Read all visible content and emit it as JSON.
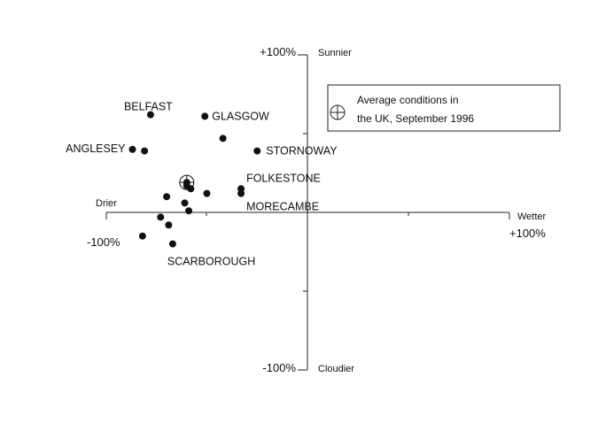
{
  "chart_data": {
    "type": "scatter",
    "title": "",
    "xlabel_left": "Drier",
    "xlabel_right": "Wetter",
    "ylabel_top": "Sunnier",
    "ylabel_bottom": "Cloudier",
    "x_tick_labels": {
      "min": "-100%",
      "max": "+100%"
    },
    "y_tick_labels": {
      "max": "+100%",
      "min": "-100%"
    },
    "xlim": [
      -100,
      100
    ],
    "ylim": [
      -100,
      100
    ],
    "grid": false,
    "legend": {
      "text_line1": "Average conditions in",
      "text_line2": "the UK, September 1996",
      "placement": "top-right"
    },
    "average_point": {
      "x": -60,
      "y": 19
    },
    "points": [
      {
        "label": "BELFAST",
        "x": -78,
        "y": 62
      },
      {
        "label": "GLASGOW",
        "x": -51,
        "y": 61
      },
      {
        "label": "",
        "x": -42,
        "y": 47
      },
      {
        "label": "ANGLESEY",
        "x": -87,
        "y": 40
      },
      {
        "label": "",
        "x": -81,
        "y": 39
      },
      {
        "label": "STORNOWAY",
        "x": -25,
        "y": 39
      },
      {
        "label": "",
        "x": -60,
        "y": 19
      },
      {
        "label": "",
        "x": -60,
        "y": 17
      },
      {
        "label": "",
        "x": -58,
        "y": 15
      },
      {
        "label": "",
        "x": -70,
        "y": 10
      },
      {
        "label": "",
        "x": -50,
        "y": 12
      },
      {
        "label": "FOLKESTONE",
        "x": -33,
        "y": 15
      },
      {
        "label": "MORECAMBE",
        "x": -33,
        "y": 12
      },
      {
        "label": "",
        "x": -61,
        "y": 6
      },
      {
        "label": "",
        "x": -59,
        "y": 1
      },
      {
        "label": "",
        "x": -73,
        "y": -3
      },
      {
        "label": "",
        "x": -69,
        "y": -8
      },
      {
        "label": "",
        "x": -82,
        "y": -15
      },
      {
        "label": "SCARBOROUGH",
        "x": -67,
        "y": -20
      }
    ]
  }
}
